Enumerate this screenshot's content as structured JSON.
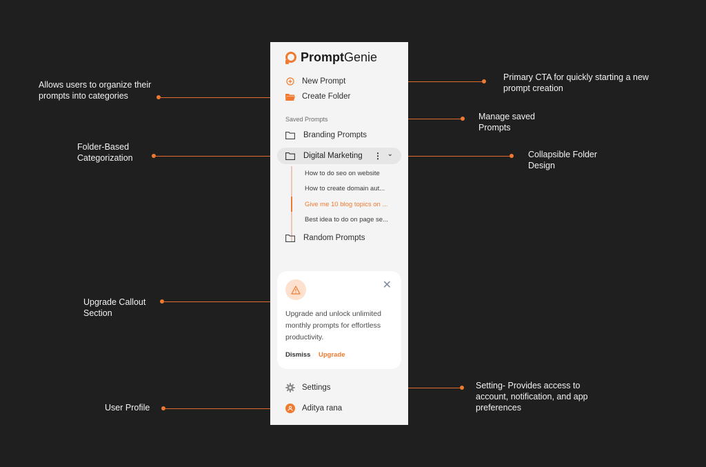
{
  "brand": {
    "name_bold": "Prompt",
    "name_light": "Genie"
  },
  "actions": {
    "new_prompt": "New Prompt",
    "create_folder": "Create Folder"
  },
  "saved": {
    "label": "Saved Prompts",
    "folders": [
      {
        "name": "Branding Prompts"
      },
      {
        "name": "Digital Marketing"
      },
      {
        "name": "Random Prompts"
      }
    ],
    "open_folder_items": [
      "How to do seo on website",
      "How to create domain aut...",
      "Give me 10 blog topics on ...",
      "Best idea to do on page se..."
    ]
  },
  "callout": {
    "message": "Upgrade and unlock unlimited monthly prompts for effortless productivity.",
    "dismiss": "Dismiss",
    "upgrade": "Upgrade"
  },
  "footer": {
    "settings": "Settings",
    "user": "Aditya rana"
  },
  "annotations": {
    "organize": "Allows users to organize their prompts into categories",
    "cta": "Primary CTA for quickly starting a new prompt creation",
    "manage": "Manage saved Prompts",
    "folder_based": "Folder-Based Categorization",
    "collapsible": "Collapsible Folder Design",
    "upgrade": "Upgrade Callout Section",
    "settings": "Setting- Provides access to account, notification, and app preferences",
    "profile": "User Profile"
  },
  "colors": {
    "accent": "#f07a2f",
    "background": "#1f1f1f",
    "panel": "#f4f4f4"
  }
}
